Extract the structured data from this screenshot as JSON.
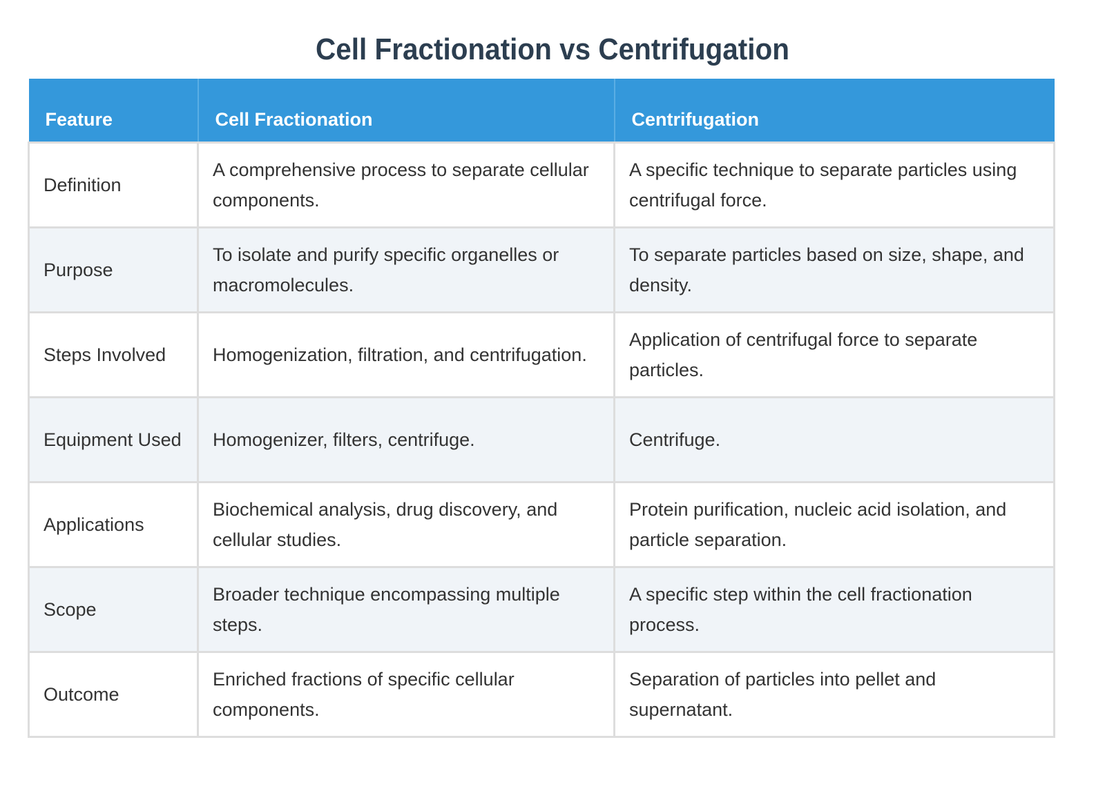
{
  "title": "Cell Fractionation vs Centrifugation",
  "colors": {
    "title": "#2c3e50",
    "header_bg": "#3498db",
    "header_text": "#ffffff",
    "row_alt_bg": "#f0f4f8",
    "border": "#dddddd"
  },
  "table": {
    "headers": [
      "Feature",
      "Cell Fractionation",
      "Centrifugation"
    ],
    "rows": [
      {
        "feature": "Definition",
        "cell_fractionation": "A comprehensive process to separate cellular components.",
        "centrifugation": "A specific technique to separate particles using centrifugal force."
      },
      {
        "feature": "Purpose",
        "cell_fractionation": "To isolate and purify specific organelles or macromolecules.",
        "centrifugation": "To separate particles based on size, shape, and density."
      },
      {
        "feature": "Steps Involved",
        "cell_fractionation": "Homogenization, filtration, and centrifugation.",
        "centrifugation": "Application of centrifugal force to separate particles."
      },
      {
        "feature": "Equipment Used",
        "cell_fractionation": "Homogenizer, filters, centrifuge.",
        "centrifugation": "Centrifuge."
      },
      {
        "feature": "Applications",
        "cell_fractionation": "Biochemical analysis, drug discovery, and cellular studies.",
        "centrifugation": "Protein purification, nucleic acid isolation, and particle separation."
      },
      {
        "feature": "Scope",
        "cell_fractionation": "Broader technique encompassing multiple steps.",
        "centrifugation": "A specific step within the cell fractionation process."
      },
      {
        "feature": "Outcome",
        "cell_fractionation": "Enriched fractions of specific cellular components.",
        "centrifugation": "Separation of particles into pellet and supernatant."
      }
    ]
  }
}
